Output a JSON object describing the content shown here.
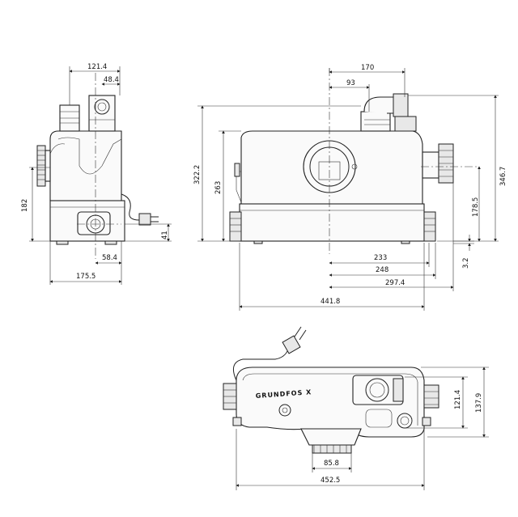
{
  "dimensions": {
    "side_top_width": "121.4",
    "side_pipe_offset": "48.4",
    "side_height": "182",
    "side_outlet_height": "41",
    "side_outlet_offset": "58.4",
    "side_base_width": "175.5",
    "front_top_width": "170",
    "front_top_offset": "93",
    "front_total_height": "322.2",
    "front_body_height": "263",
    "front_right_height": "346.7",
    "front_inlet_height": "178.5",
    "front_foot_height": "3.2",
    "front_dim_233": "233",
    "front_dim_248": "248",
    "front_dim_297": "297.4",
    "front_total_width": "441.8",
    "plan_height_a": "121.4",
    "plan_height_b": "137.9",
    "plan_outlet_width": "85.8",
    "plan_total_width": "452.5"
  },
  "brand": "GRUNDFOS X"
}
